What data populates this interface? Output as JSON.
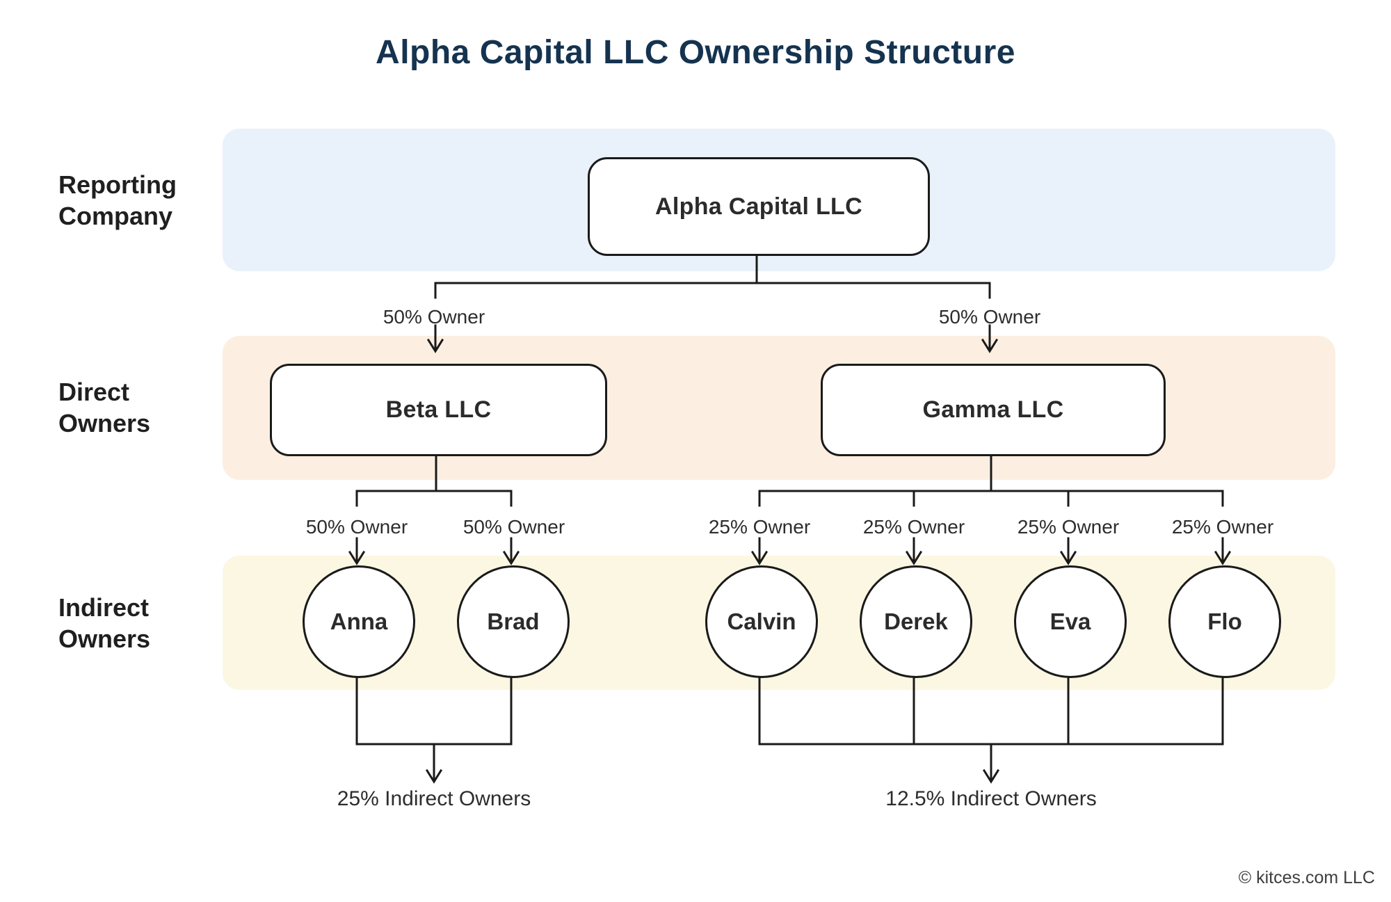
{
  "title": "Alpha Capital LLC Ownership Structure",
  "rows": [
    {
      "line1": "Reporting",
      "line2": "Company"
    },
    {
      "line1": "Direct",
      "line2": "Owners"
    },
    {
      "line1": "Indirect",
      "line2": "Owners"
    }
  ],
  "reporting_company": {
    "name": "Alpha Capital LLC"
  },
  "direct_owners": [
    {
      "name": "Beta LLC",
      "ownership": "50% Owner"
    },
    {
      "name": "Gamma LLC",
      "ownership": "50% Owner"
    }
  ],
  "indirect_owners": [
    {
      "name": "Anna",
      "ownership": "50% Owner",
      "parent": "Beta LLC"
    },
    {
      "name": "Brad",
      "ownership": "50% Owner",
      "parent": "Beta LLC"
    },
    {
      "name": "Calvin",
      "ownership": "25% Owner",
      "parent": "Gamma LLC"
    },
    {
      "name": "Derek",
      "ownership": "25% Owner",
      "parent": "Gamma LLC"
    },
    {
      "name": "Eva",
      "ownership": "25% Owner",
      "parent": "Gamma LLC"
    },
    {
      "name": "Flo",
      "ownership": "25% Owner",
      "parent": "Gamma LLC"
    }
  ],
  "summaries": [
    {
      "label": "25% Indirect Owners"
    },
    {
      "label": "12.5% Indirect Owners"
    }
  ],
  "footer": {
    "copyright": "© kitces.com LLC"
  },
  "colors": {
    "title": "#15334F",
    "band_reporting": "#E9F1FA",
    "band_direct": "#FCEFE1",
    "band_indirect": "#FBF7E2",
    "line": "#1A1A1A",
    "text": "#2B2B2B"
  }
}
